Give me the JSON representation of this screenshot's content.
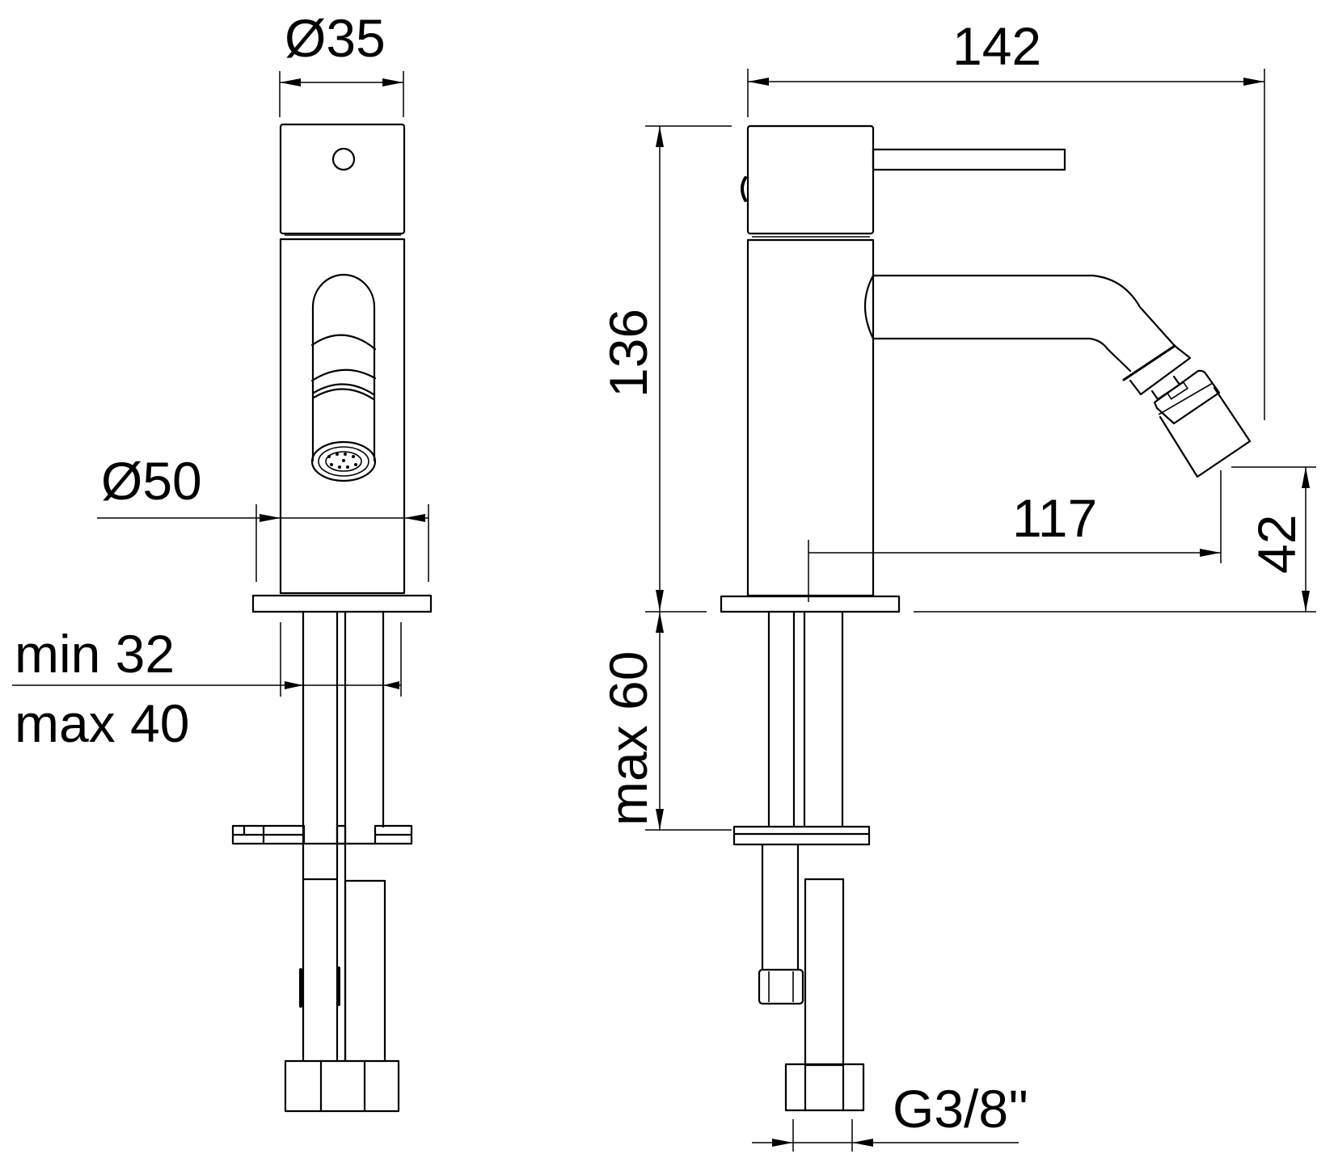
{
  "drawing": {
    "title": "Bidet mixer technical drawing",
    "unit": "mm",
    "line_color": "#000000",
    "background": "#ffffff"
  },
  "front_view": {
    "dimensions": {
      "top_diameter": "Ø35",
      "base_diameter": "Ø50",
      "hole_min": "min 32",
      "hole_max": "max 40"
    }
  },
  "side_view": {
    "dimensions": {
      "overall_length": "142",
      "overall_height": "136",
      "spout_reach": "117",
      "spout_height": "42",
      "counter_top_thickness": "max 60",
      "connection": "G3/8''"
    }
  }
}
